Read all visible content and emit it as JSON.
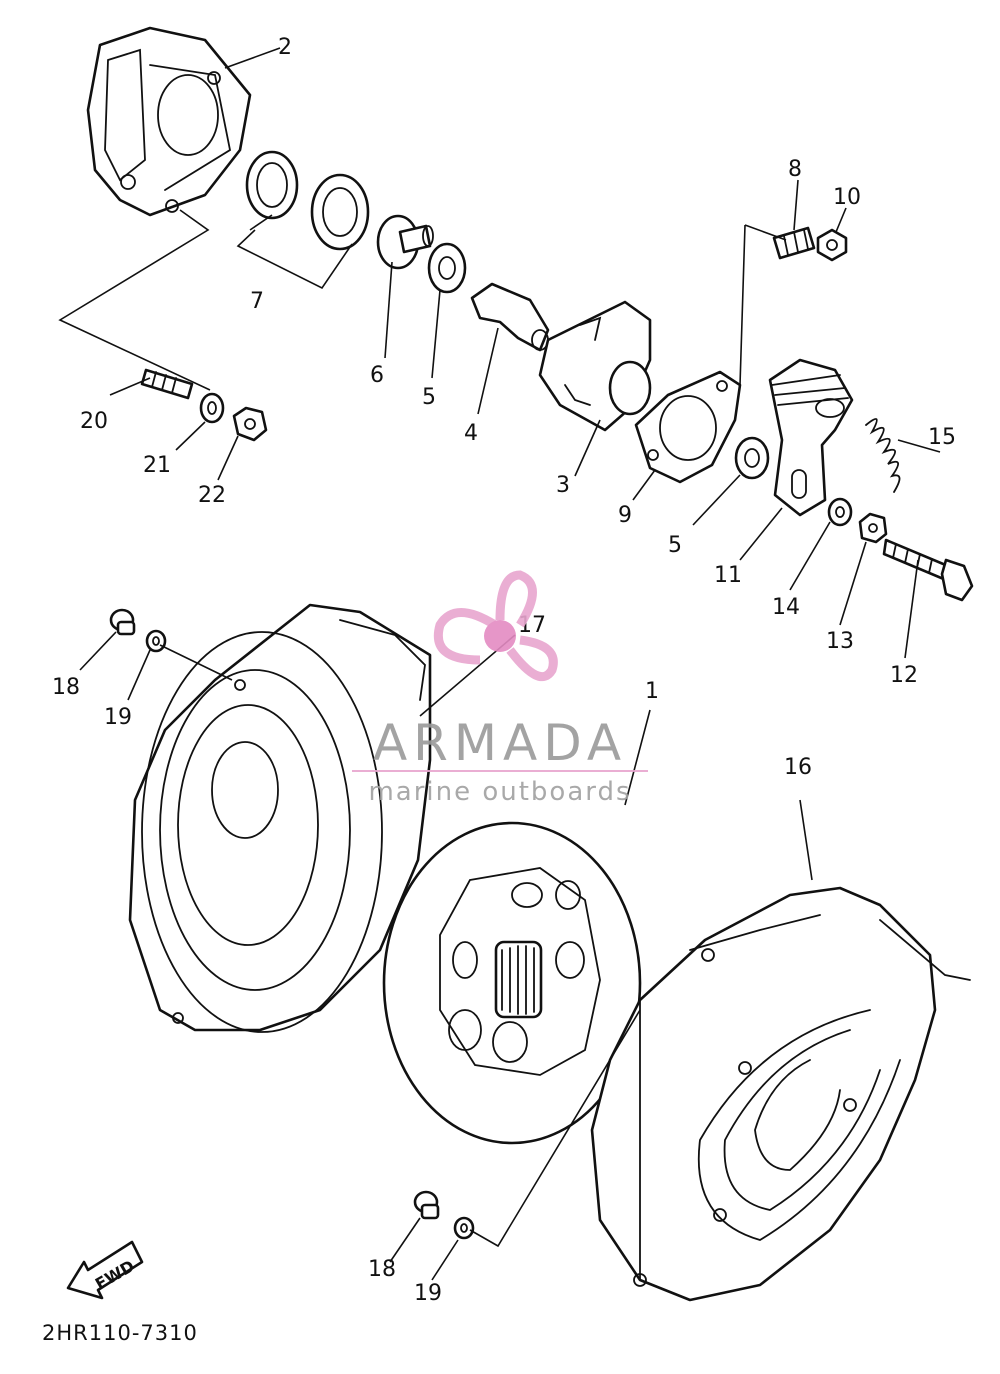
{
  "diagram": {
    "callouts": [
      "1",
      "2",
      "3",
      "4",
      "5",
      "5",
      "6",
      "7",
      "8",
      "9",
      "10",
      "11",
      "12",
      "13",
      "14",
      "15",
      "16",
      "17",
      "18",
      "18",
      "19",
      "19",
      "20",
      "21",
      "22"
    ],
    "drawing_code": "2HR110-7310",
    "fwd_label": "FWD"
  },
  "watermark": {
    "brand": "ARMADA",
    "tagline": "marine outboards",
    "colors": {
      "pink": "#e8a6cf",
      "pink_dark": "#e48bc3",
      "gray": "#9a9a9a"
    }
  },
  "colors": {
    "ink": "#111111",
    "background": "#ffffff"
  }
}
